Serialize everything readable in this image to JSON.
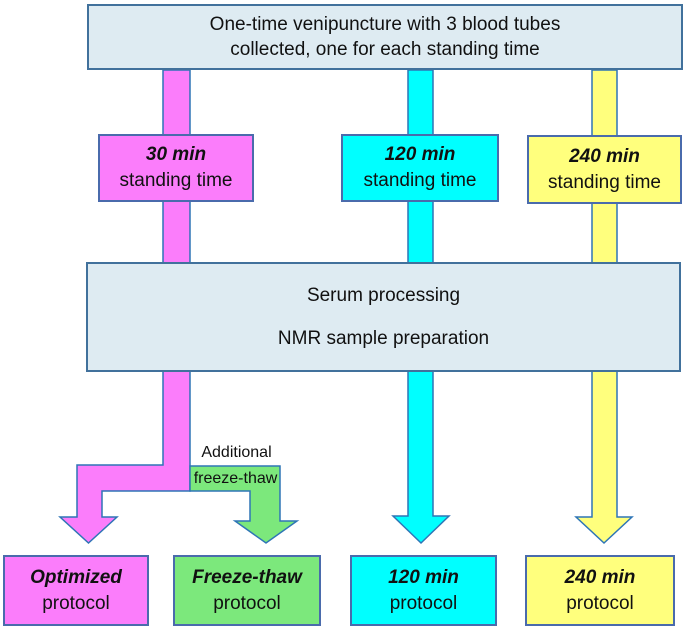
{
  "colors": {
    "pink": "#fb7dfb",
    "cyan": "#00ffff",
    "yellow": "#ffff7d",
    "green": "#7ce87c",
    "panel_bg": "#deebf2"
  },
  "top_box": {
    "line1": "One-time venipuncture with 3 blood tubes",
    "line2": "collected, one for each standing time"
  },
  "standing_boxes": [
    {
      "time": "30 min",
      "label": "standing time"
    },
    {
      "time": "120 min",
      "label": "standing time"
    },
    {
      "time": "240 min",
      "label": "standing time"
    }
  ],
  "process_box": {
    "line1": "Serum processing",
    "line2": "NMR sample preparation"
  },
  "branch_label": {
    "line1": "Additional",
    "line2": "freeze-thaw"
  },
  "protocol_boxes": [
    {
      "name": "Optimized",
      "label": "protocol"
    },
    {
      "name": "Freeze-thaw",
      "label": "protocol"
    },
    {
      "name": "120 min",
      "label": "protocol"
    },
    {
      "name": "240 min",
      "label": "protocol"
    }
  ]
}
